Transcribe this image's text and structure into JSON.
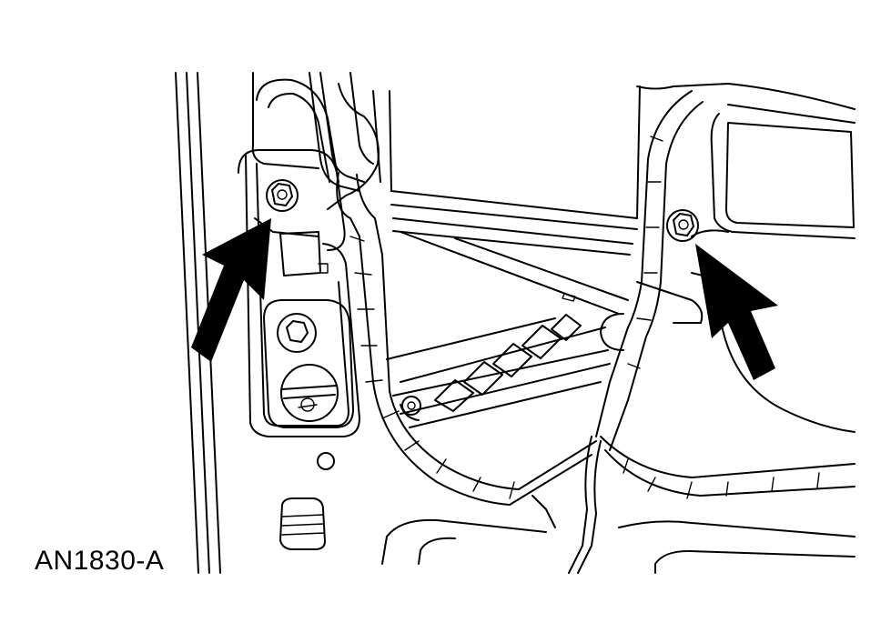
{
  "figure": {
    "reference_code": "AN1830-A",
    "callouts": [
      {
        "id": "fastener-left",
        "points_to": "hex-nut-left"
      },
      {
        "id": "fastener-right",
        "points_to": "hex-nut-right"
      }
    ],
    "colors": {
      "line": "#000000",
      "background": "#ffffff",
      "arrow_fill": "#000000"
    }
  }
}
